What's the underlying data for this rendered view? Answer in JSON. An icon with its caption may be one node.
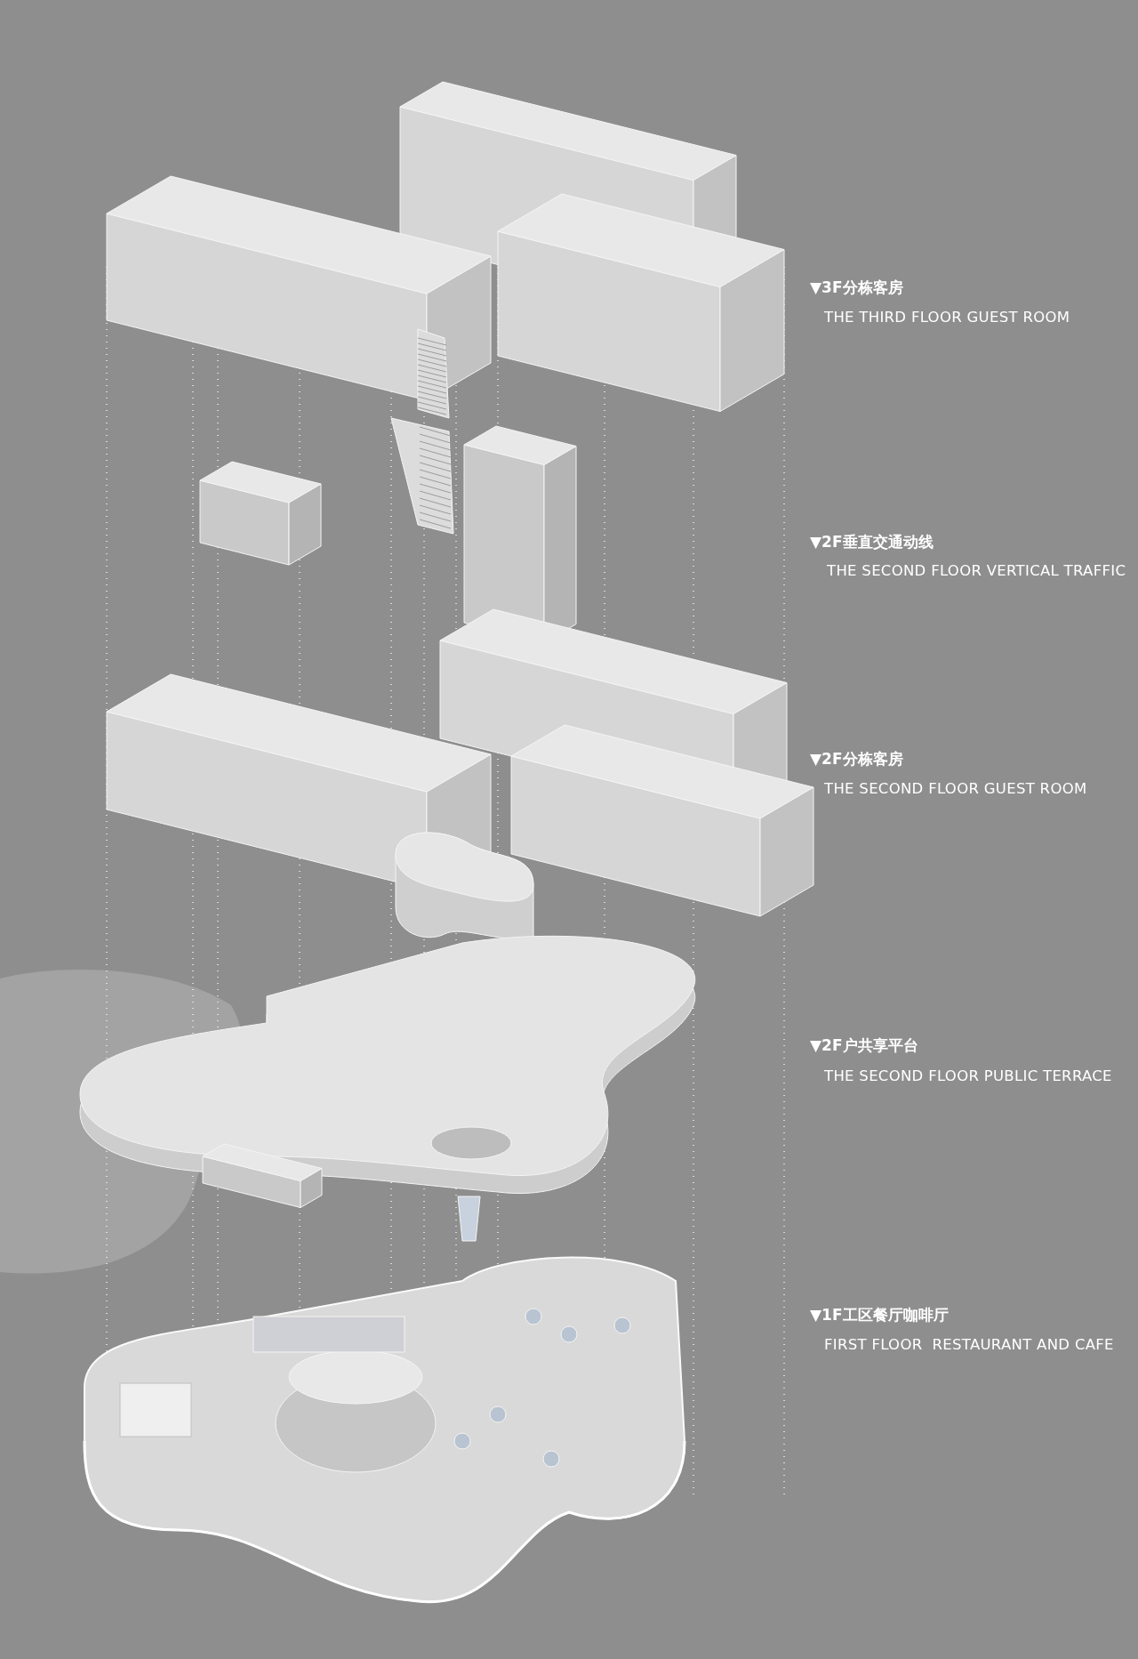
{
  "diagram": {
    "labels": [
      "▼3F分栋客房",
      "THE THIRD FLOOR GUEST ROOM",
      "▼2F垂直交通动线",
      "THE SECOND FLOOR VERTICAL TRAFFIC",
      "▼2F分栋客房",
      "THE SECOND FLOOR GUEST ROOM",
      "▼2F户共享平台",
      "THE SECOND FLOOR PUBLIC TERRACE",
      "▼1F工区餐厅咖啡厅",
      "FIRST FLOOR  RESTAURANT AND CAFE"
    ]
  }
}
